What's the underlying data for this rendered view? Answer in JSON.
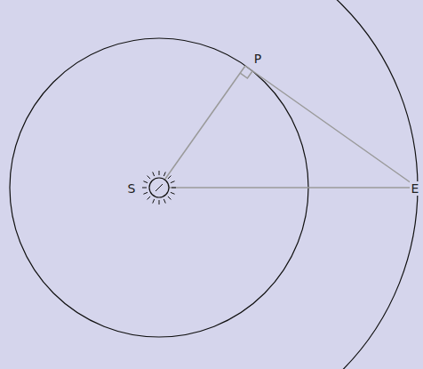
{
  "diagram": {
    "labels": [
      "S",
      "P",
      "E"
    ]
  }
}
